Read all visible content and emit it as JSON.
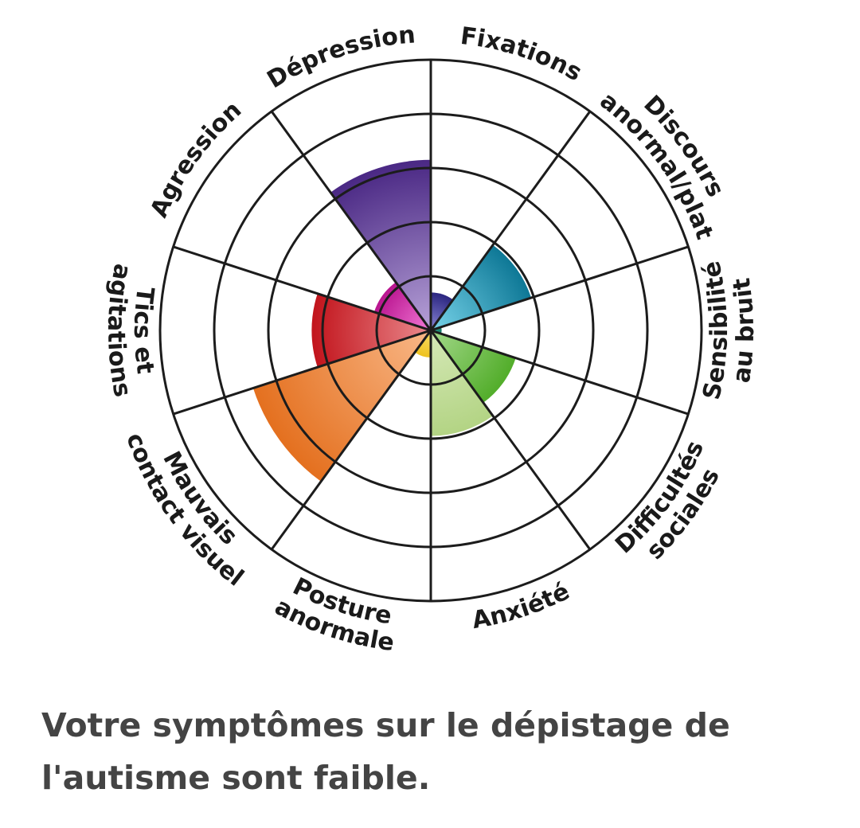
{
  "chart_data": {
    "type": "polar-area",
    "title": "",
    "scale_max": 5,
    "rings": [
      1,
      2,
      3,
      4,
      5
    ],
    "categories": [
      {
        "label_lines": [
          "Fixations"
        ],
        "value": 0.7,
        "color_dark": "#2b2680",
        "color_light": "#8a86d6"
      },
      {
        "label_lines": [
          "Discours",
          "anormal/plat"
        ],
        "value": 1.95,
        "color_dark": "#0e7896",
        "color_light": "#78d4ea"
      },
      {
        "label_lines": [
          "Sensibilité",
          "au bruit"
        ],
        "value": 0.2,
        "color_dark": "#137a68",
        "color_light": "#3fa893"
      },
      {
        "label_lines": [
          "Difficultés",
          "sociales"
        ],
        "value": 1.65,
        "color_dark": "#52ad2a",
        "color_light": "#a3d88a"
      },
      {
        "label_lines": [
          "Anxiété"
        ],
        "value": 1.95,
        "color_dark": "#b3d484",
        "color_light": "#d6e9b8"
      },
      {
        "label_lines": [
          "Posture",
          "anormale"
        ],
        "value": 0.5,
        "color_dark": "#eec21f",
        "color_light": "#f7dd6a"
      },
      {
        "label_lines": [
          "Mauvais",
          "contact visuel"
        ],
        "value": 3.45,
        "color_dark": "#e4701f",
        "color_light": "#f9b888"
      },
      {
        "label_lines": [
          "Tics et",
          "agitations"
        ],
        "value": 2.2,
        "color_dark": "#c2141c",
        "color_light": "#ea8a8e"
      },
      {
        "label_lines": [
          "Agression"
        ],
        "value": 1.1,
        "color_dark": "#b9148f",
        "color_light": "#f27ad6"
      },
      {
        "label_lines": [
          "Dépression"
        ],
        "value": 3.15,
        "color_dark": "#4a2884",
        "color_light": "#b7a2d8"
      }
    ]
  },
  "result_text": "Votre symptômes sur le dépistage de l'autisme sont faible."
}
